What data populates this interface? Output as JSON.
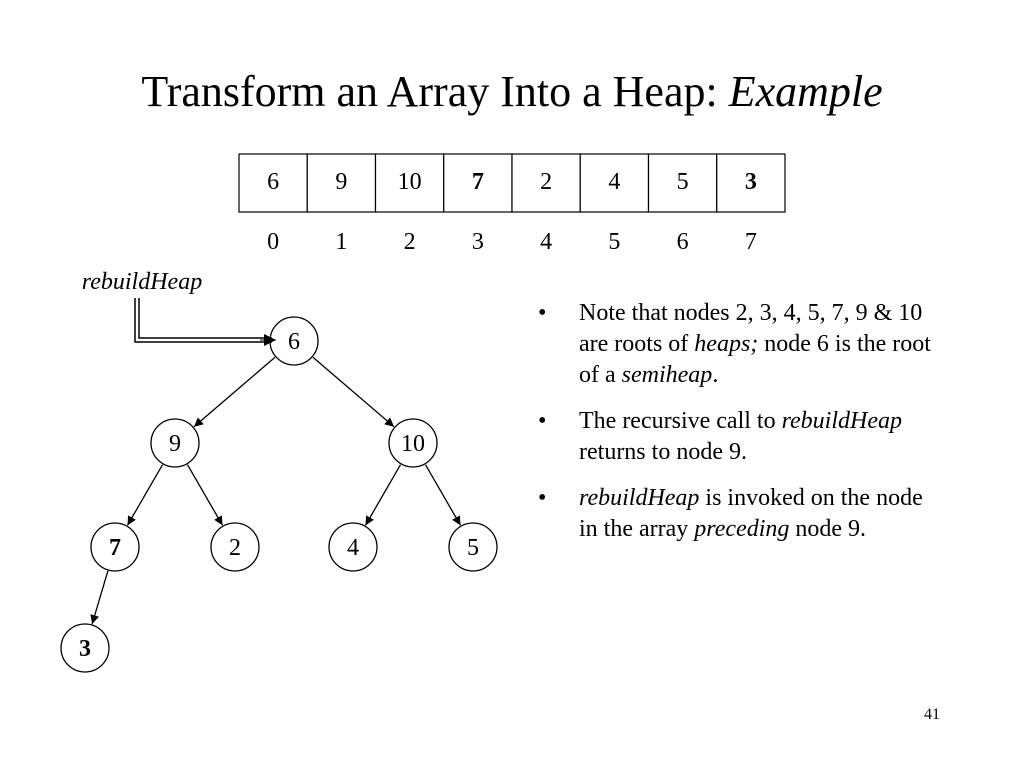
{
  "title": {
    "main": "Transform an Array Into a Heap: ",
    "emphasis": "Example"
  },
  "array": {
    "values": [
      "6",
      "9",
      "10",
      "7",
      "2",
      "4",
      "5",
      "3"
    ],
    "bold": [
      false,
      false,
      false,
      true,
      false,
      false,
      false,
      true
    ],
    "indices": [
      "0",
      "1",
      "2",
      "3",
      "4",
      "5",
      "6",
      "7"
    ]
  },
  "arrow_label": "rebuildHeap",
  "tree": {
    "nodes": [
      {
        "id": "n6",
        "label": "6",
        "bold": false
      },
      {
        "id": "n9",
        "label": "9",
        "bold": false
      },
      {
        "id": "n10",
        "label": "10",
        "bold": false
      },
      {
        "id": "n7",
        "label": "7",
        "bold": true
      },
      {
        "id": "n2",
        "label": "2",
        "bold": false
      },
      {
        "id": "n4",
        "label": "4",
        "bold": false
      },
      {
        "id": "n5",
        "label": "5",
        "bold": false
      },
      {
        "id": "n3",
        "label": "3",
        "bold": true
      }
    ],
    "edges": [
      [
        "n6",
        "n9"
      ],
      [
        "n6",
        "n10"
      ],
      [
        "n9",
        "n7"
      ],
      [
        "n9",
        "n2"
      ],
      [
        "n10",
        "n4"
      ],
      [
        "n10",
        "n5"
      ],
      [
        "n7",
        "n3"
      ]
    ]
  },
  "bullets": [
    [
      {
        "t": "Note that nodes 2, 3, 4, 5, 7, 9 & 10 are roots of "
      },
      {
        "t": "heaps;",
        "i": true
      },
      {
        "t": " node 6 is the root of a "
      },
      {
        "t": "semiheap",
        "i": true
      },
      {
        "t": "."
      }
    ],
    [
      {
        "t": "The recursive call to "
      },
      {
        "t": "rebuildHeap",
        "i": true
      },
      {
        "t": " returns to node 9."
      }
    ],
    [
      {
        "t": "rebuildHeap",
        "i": true
      },
      {
        "t": " is invoked on the node in the array "
      },
      {
        "t": "preceding",
        "i": true
      },
      {
        "t": " node 9."
      }
    ]
  ],
  "bullet_symbol": "•",
  "page_number": "41"
}
